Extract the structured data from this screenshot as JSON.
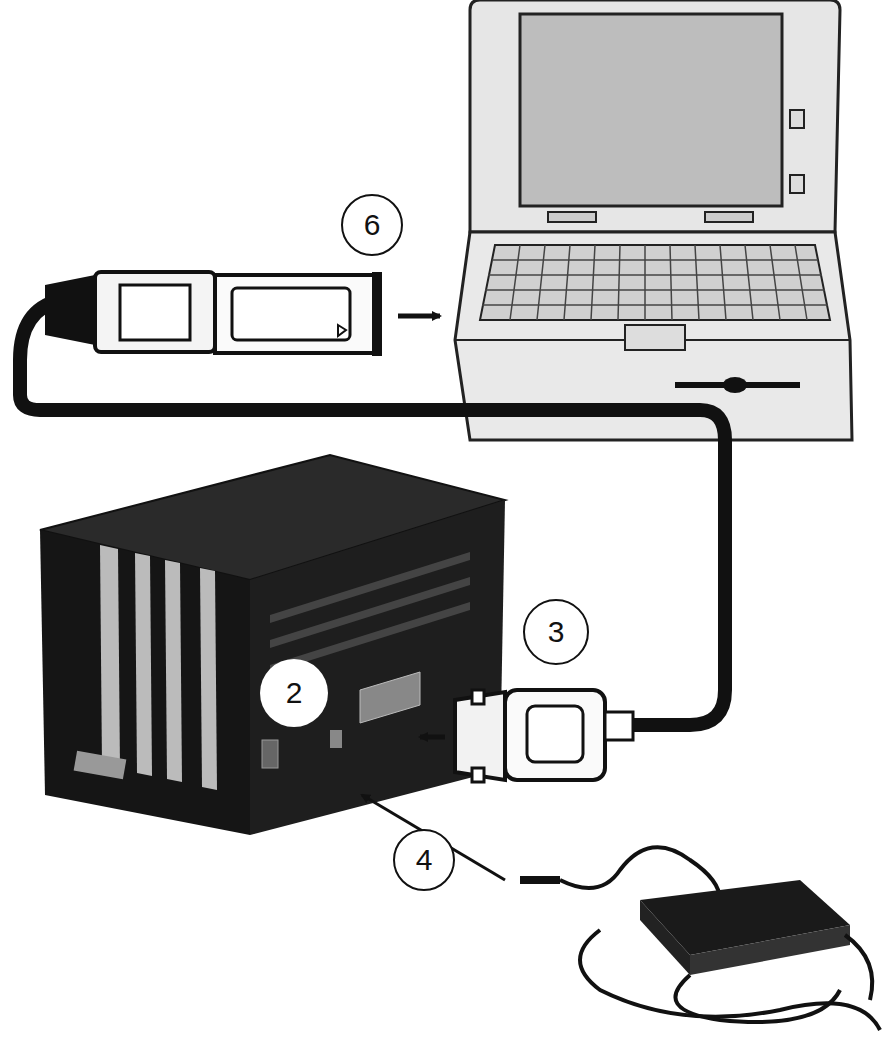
{
  "diagram": {
    "labels": [
      "6",
      "3",
      "2",
      "4"
    ]
  }
}
